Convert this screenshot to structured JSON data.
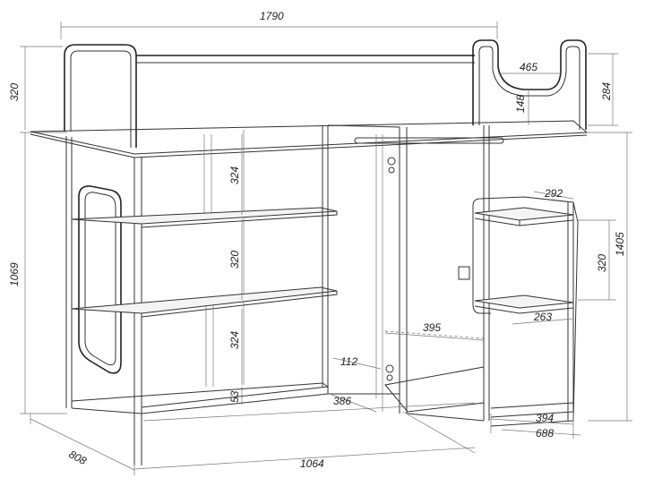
{
  "dimensions": {
    "top_width": "1790",
    "upper_height": "320",
    "total_height": "1069",
    "depth": "808",
    "bottom_width": "1064",
    "rail_height": "284",
    "handle_width": "465",
    "handle_height": "148",
    "shelf_gap_top": "324",
    "shelf_gap_mid": "320",
    "shelf_gap_low": "324",
    "base_height": "53",
    "wardrobe_depth": "395",
    "corner_a": "112",
    "corner_b": "386",
    "right_shelf_width": "292",
    "right_shelf_gap": "320",
    "right_bottom_shelf": "263",
    "right_height": "1405",
    "right_base_a": "394",
    "right_base_b": "688"
  }
}
